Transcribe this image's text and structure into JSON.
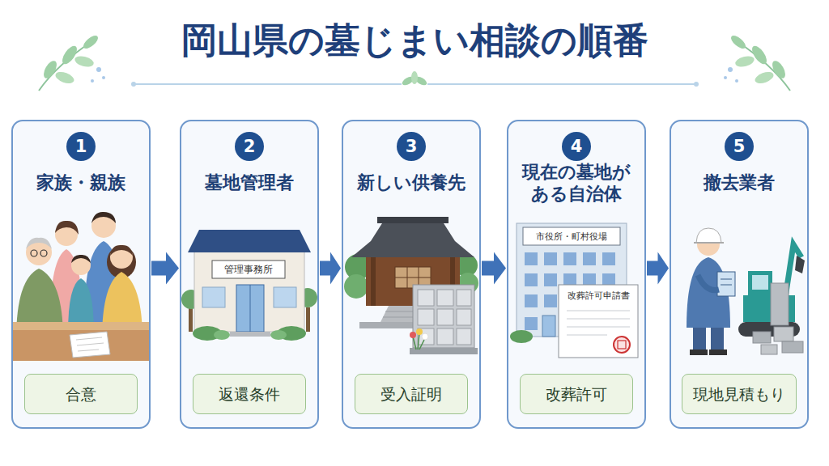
{
  "diagram": {
    "title": "岡山県の墓じまい相談の順番",
    "nodes": [
      {
        "text": [
          "家族・親族"
        ]
      },
      {
        "text": [
          "1"
        ],
        "in": 0
      },
      {
        "text": [
          "合意"
        ],
        "in": 0
      },
      {
        "text": [
          "墓地管理者"
        ]
      },
      {
        "text": [
          "2"
        ],
        "in": 3
      },
      {
        "text": [
          "返還条件"
        ],
        "in": 3
      },
      {
        "text": [
          "新しい供養先"
        ]
      },
      {
        "text": [
          "3"
        ],
        "in": 6
      },
      {
        "text": [
          "受入証明"
        ],
        "in": 6
      },
      {
        "text": [
          "現在の墓地が ある自治体"
        ]
      },
      {
        "text": [
          "4"
        ],
        "in": 9
      },
      {
        "text": [
          "改葬許可"
        ],
        "in": 9
      },
      {
        "text": [
          "撤去業者"
        ]
      },
      {
        "text": [
          "5"
        ],
        "in": 12
      },
      {
        "text": [
          "現地見積もり"
        ],
        "in": 12
      }
    ],
    "edges": [
      {
        "from": 0,
        "to": 3,
        "arrow": "to"
      },
      {
        "from": 3,
        "to": 6,
        "arrow": "to"
      },
      {
        "from": 6,
        "to": 9,
        "arrow": "to"
      },
      {
        "from": 9,
        "to": 12,
        "arrow": "to"
      }
    ],
    "labels": [
      "管理事務所",
      "市役所・町村役場",
      "改葬許可申請書"
    ]
  }
}
